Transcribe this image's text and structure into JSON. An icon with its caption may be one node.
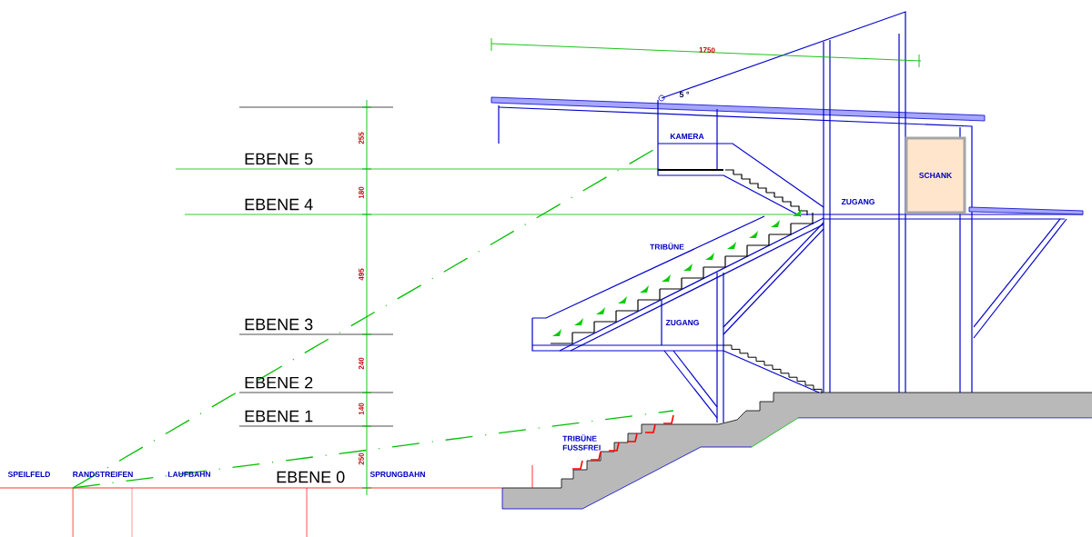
{
  "diagram": {
    "nodes": [
      {
        "text": [
          "SCHANK"
        ]
      }
    ],
    "labels": [
      "1750",
      "5 °",
      "KAMERA",
      "EBENE 5",
      "255",
      "180",
      "EBENE 4",
      "ZUGANG",
      "TRIBÜNE",
      "495",
      "EBENE 3",
      "ZUGANG",
      "240",
      "EBENE 2",
      "140",
      "EBENE 1",
      "250",
      "TRIBÜNE FUSSFREI",
      "SPEILFELD",
      "RANDSTREIFEN",
      "LAUFBAHN",
      "EBENE 0",
      "SPRUNGBAHN"
    ]
  }
}
